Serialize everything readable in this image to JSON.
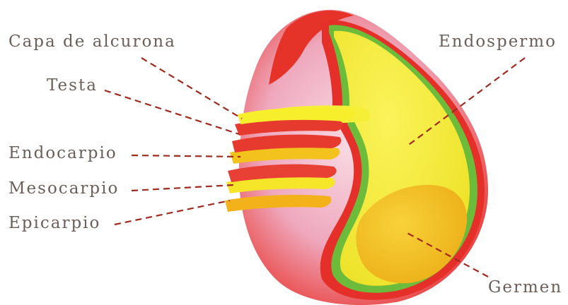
{
  "labels": {
    "capa_de_aleurona": "Capa de alcurona",
    "testa": "Testa",
    "endocarpio": "Endocarpio",
    "mesocarpio": "Mesocarpio",
    "epicarpio": "Epicarpio",
    "endospermo": "Endospermo",
    "germen": "Germen"
  },
  "colors": {
    "label_text": "#6b5f59",
    "leader_line": "#a02a20",
    "pericarp_red": "#e8322b",
    "pericarp_pink": "#f0b9c8",
    "endosperm_yellow": "#f5ee2a",
    "aleurone_green": "#6dbb3a",
    "germ_orange": "#f4c21a"
  }
}
